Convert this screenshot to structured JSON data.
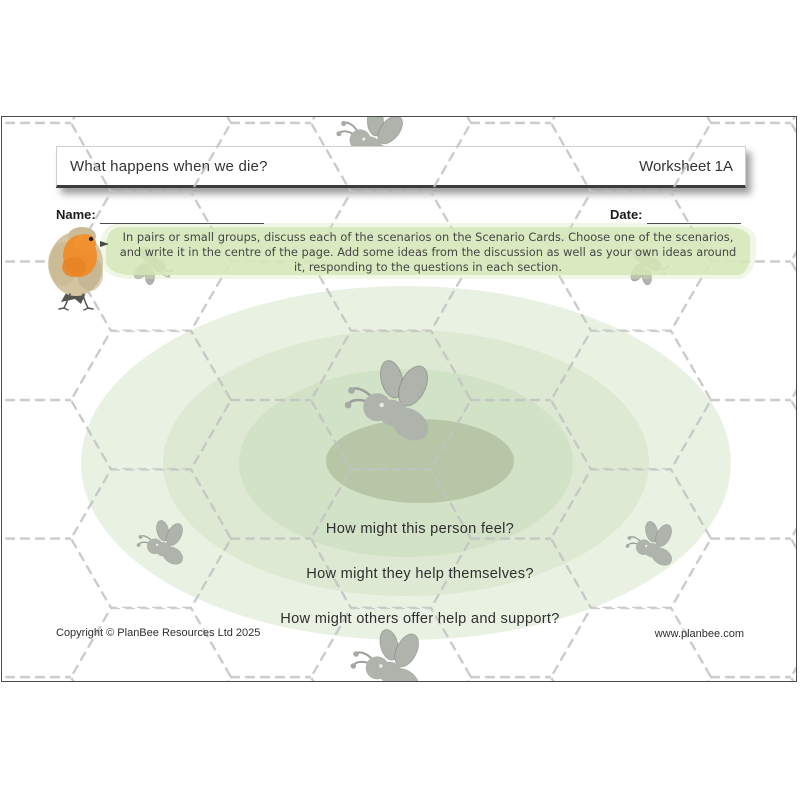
{
  "document": {
    "title": "What happens when we die?",
    "worksheet_label": "Worksheet 1A",
    "name_label": "Name:",
    "date_label": "Date:",
    "instructions": "In pairs or small groups, discuss each of the scenarios on the Scenario Cards. Choose one of the scenarios, and write it in the centre of the page. Add some ideas from the discussion as well as your own ideas around it, responding to the questions in each section.",
    "questions": [
      "How might this person feel?",
      "How might they help themselves?",
      "How might others offer help and support?"
    ],
    "footer": {
      "copyright": "Copyright © PlanBee Resources Ltd 2025",
      "website": "www.planbee.com"
    },
    "colors": {
      "ellipse_outer": "#e9f1e3",
      "ellipse_second": "#dde9d2",
      "ellipse_third": "#d2e2c6",
      "ellipse_inner": "#b7c6a6",
      "highlight_band": "#d5e8b8",
      "bee_gray": "#aeb3ac",
      "hex_dash_gray": "#c2c2c2",
      "robin_orange": "#ef8e2e"
    },
    "icons": {
      "robin": "robin-watercolor-illustration",
      "bee": "bee-silhouette",
      "background": "dashed-hexagon-honeycomb"
    }
  }
}
